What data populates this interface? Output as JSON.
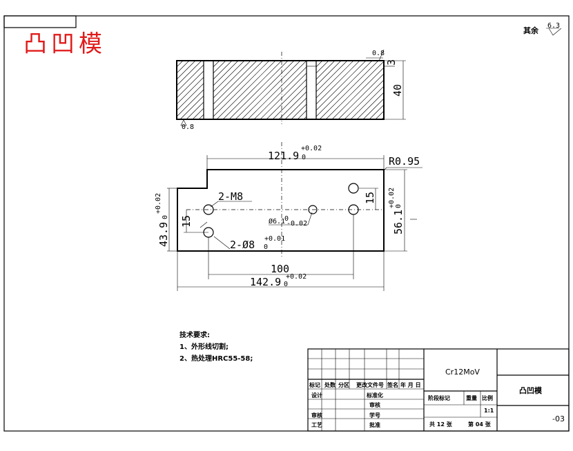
{
  "title_cn": "凸凹模",
  "roughness": {
    "prefix": "其余",
    "value": "6.3"
  },
  "side_view": {
    "roughness_top": "0.8",
    "roughness_bottom": "0.8",
    "dim_right_small": "3",
    "dim_right_height": "40"
  },
  "plan_view": {
    "dim_top": "121.9",
    "dim_top_lower": "0",
    "dim_top_upper": "+0.02",
    "corner_radius": "R0.95",
    "thread_label": "2-M8",
    "hole_label": "2-Ø8",
    "hole_lower": "0",
    "hole_upper": "+0.01",
    "center_hole": "Ø6.1",
    "center_upper": "0",
    "center_lower": "-0.02",
    "dim_left_15": "15",
    "dim_left_height": "43.9",
    "dim_left_lower": "0",
    "dim_left_upper": "+0.02",
    "dim_right_15": "15",
    "dim_right_height": "56.1",
    "dim_right_lower": "0",
    "dim_right_upper": "+0.02",
    "dim_100": "100",
    "dim_bottom": "142.9",
    "dim_bottom_lower": "0",
    "dim_bottom_upper": "+0.02"
  },
  "notes": [
    "技术要求:",
    "1、外形线切割;",
    "2、热处理HRC55-58;"
  ],
  "title_block": {
    "material": "Cr12MoV",
    "part_name": "凸凹模",
    "drawing_no": "-03",
    "header_cells": [
      "标记",
      "处数",
      "分区",
      "更改文件号",
      "签名",
      "年 月 日"
    ],
    "left_rows": [
      "设计",
      "审核",
      "工艺"
    ],
    "mid_rows": [
      "标准化",
      "批准"
    ],
    "mid_extra": [
      "审核",
      "学号"
    ],
    "attr_header": [
      "阶段标记",
      "重量",
      "比例"
    ],
    "scale": "1:1",
    "sheet_total": "共 12 张",
    "sheet_no": "第 04 张"
  }
}
